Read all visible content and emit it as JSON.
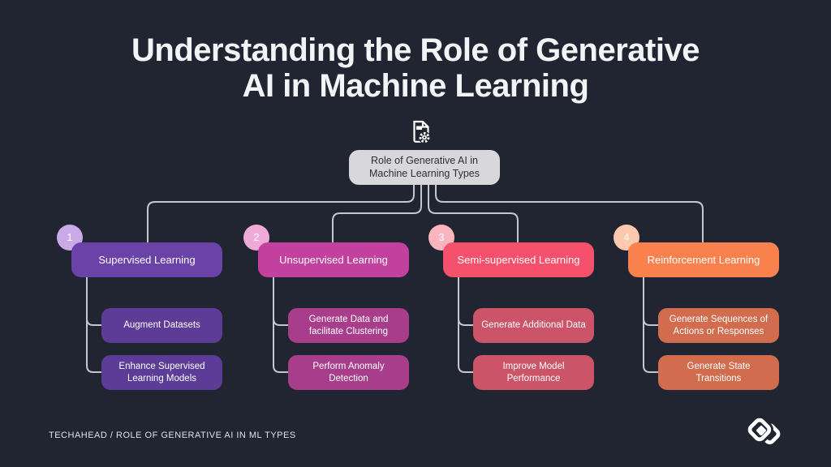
{
  "title": {
    "text": "Understanding the Role of Generative\nAI in Machine Learning"
  },
  "root": {
    "label": "Role of Generative AI in\nMachine Learning Types"
  },
  "branches": [
    {
      "number": "1",
      "label": "Supervised Learning",
      "color": "#6a42a8",
      "child_color": "#5c3c96",
      "badge_color": "#c9a9e6",
      "children": [
        "Augment Datasets",
        "Enhance Supervised\nLearning Models"
      ]
    },
    {
      "number": "2",
      "label": "Unsupervised Learning",
      "color": "#c2409e",
      "child_color": "#a83e8b",
      "badge_color": "#efaad8",
      "children": [
        "Generate Data and\nfacilitate Clustering",
        "Perform Anomaly\nDetection"
      ]
    },
    {
      "number": "3",
      "label": "Semi-supervised Learning",
      "color": "#f5506c",
      "child_color": "#cb5468",
      "badge_color": "#f9b5be",
      "children": [
        "Generate Additional Data",
        "Improve Model\nPerformance"
      ]
    },
    {
      "number": "4",
      "label": "Reinforcement Learning",
      "color": "#f9814e",
      "child_color": "#d26c4e",
      "badge_color": "#fcc9ae",
      "children": [
        "Generate Sequences of\nActions or Responses",
        "Generate State\nTransitions"
      ]
    }
  ],
  "footer": {
    "credit": "TECHAHEAD / ROLE OF GENERATIVE AI IN ML TYPES"
  },
  "icons": {
    "root_icon": "document-gear-icon",
    "logo": "techahead-logo"
  },
  "colors": {
    "background": "#212431",
    "title_text": "#f3f4f6",
    "root_box_bg": "#d8d8da",
    "root_box_text": "#2b2e3c",
    "connector": "#c6c7cc",
    "node_text": "#ffffff",
    "footer_text": "#dfe1e8",
    "logo": "#ffffff"
  }
}
